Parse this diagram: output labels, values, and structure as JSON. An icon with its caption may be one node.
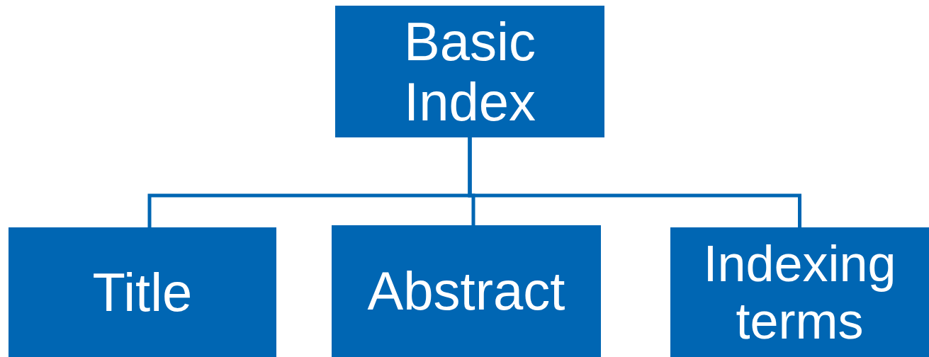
{
  "diagram": {
    "nodes": [
      {
        "text": [
          "Basic Index"
        ]
      },
      {
        "text": [
          "Title"
        ]
      },
      {
        "text": [
          "Abstract"
        ]
      },
      {
        "text": [
          "Indexing terms"
        ]
      }
    ],
    "edges": [
      {
        "from": 0,
        "to": 1,
        "arrow": "none"
      },
      {
        "from": 0,
        "to": 2,
        "arrow": "none"
      },
      {
        "from": 0,
        "to": 3,
        "arrow": "none"
      }
    ]
  }
}
